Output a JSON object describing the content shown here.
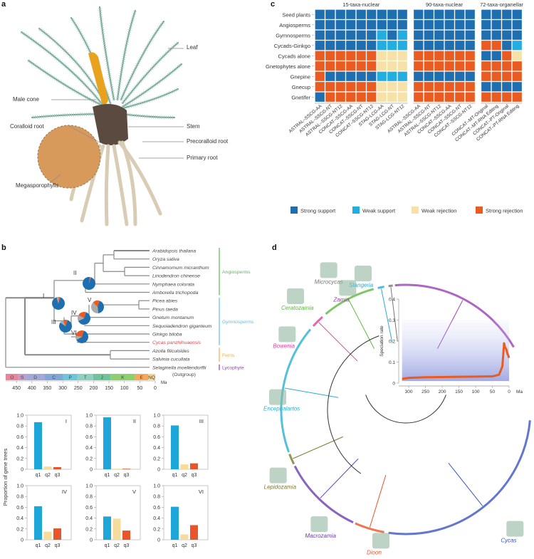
{
  "panels": {
    "a": {
      "letter": "a",
      "labels": {
        "leaf": "Leaf",
        "male_cone": "Male cone",
        "coralloid_root": "Coralloid root",
        "stem": "Stem",
        "precoralloid_root": "Precoralloid root",
        "primary_root": "Primary root",
        "megasporophylls": "Megasporophylls"
      }
    },
    "b": {
      "letter": "b",
      "taxa": [
        {
          "name": "Arabidopsis thaliana",
          "color": "#444444"
        },
        {
          "name": "Oryza sativa",
          "color": "#444444"
        },
        {
          "name": "Cinnamomum micranthum",
          "color": "#444444"
        },
        {
          "name": "Liriodendron chinense",
          "color": "#444444"
        },
        {
          "name": "Nymphaea colorata",
          "color": "#444444"
        },
        {
          "name": "Amborella trichopoda",
          "color": "#444444"
        },
        {
          "name": "Picea abies",
          "color": "#444444"
        },
        {
          "name": "Pinus taeda",
          "color": "#444444"
        },
        {
          "name": "Gnetum montanum",
          "color": "#444444"
        },
        {
          "name": "Sequoiadendron giganteum",
          "color": "#444444"
        },
        {
          "name": "Ginkgo biloba",
          "color": "#444444"
        },
        {
          "name": "Cycas panzhihuaensis",
          "color": "#e8424a"
        },
        {
          "name": "Azolla filiculoides",
          "color": "#444444"
        },
        {
          "name": "Salvinia cucullata",
          "color": "#444444"
        },
        {
          "name": "Selaginella moellendorffii",
          "color": "#444444"
        }
      ],
      "outgroup_note": "(Outgroup)",
      "groups": [
        {
          "name": "Angiosperms",
          "color": "#5cb85c"
        },
        {
          "name": "Gymnosperms",
          "color": "#5bc0de"
        },
        {
          "name": "Ferns",
          "color": "#f0ad4e"
        },
        {
          "name": "Lycophyte",
          "color": "#8e44ad"
        }
      ],
      "node_labels": [
        "I",
        "II",
        "III",
        "IV",
        "V",
        "VI"
      ],
      "periods": [
        {
          "code": "O",
          "color": "#e8849c"
        },
        {
          "code": "S",
          "color": "#c49ac8"
        },
        {
          "code": "D",
          "color": "#a3a8d8"
        },
        {
          "code": "C",
          "color": "#7fa8d8"
        },
        {
          "code": "P",
          "color": "#6fc6dc"
        },
        {
          "code": "T",
          "color": "#8fd0c0"
        },
        {
          "code": "J",
          "color": "#6fc49a"
        },
        {
          "code": "K",
          "color": "#8ccf6c"
        },
        {
          "code": "E",
          "color": "#f3a85c"
        },
        {
          "code": "NQ",
          "color": "#f7d48e"
        }
      ],
      "time_ticks": [
        "450",
        "400",
        "350",
        "300",
        "250",
        "200",
        "150",
        "100",
        "50",
        "0"
      ],
      "time_unit": "Ma"
    },
    "bars": {
      "ylabel": "Proportion of gene trees",
      "y_ticks": [
        "0",
        "0.2",
        "0.4",
        "0.6",
        "0.8",
        "1.0"
      ],
      "categories": [
        "q1",
        "q2",
        "q3"
      ],
      "colors": [
        "#1fa6d9",
        "#f6dc9b",
        "#e8552a"
      ]
    },
    "c": {
      "letter": "c",
      "blocks": [
        {
          "title": "15-taxa-nuclear",
          "columns": [
            "ASTRAL–SSCG-AA",
            "ASTRAL–SSCG-NT",
            "ASTRAL–SSCG-NT12",
            "CONCAT–SSCG-AA",
            "CONCAT–SSCG-NT",
            "CONCAT–SSCG-NT12",
            "STAG-LCG-AA",
            "STAG-LCG-NT",
            "STAG-LCG-NT12"
          ]
        },
        {
          "title": "90-taxa-nuclear",
          "columns": [
            "ASTRAL–SSCG-AA",
            "ASTRAL–SSCG-NT",
            "ASTRAL–SSCG-NT12",
            "CONCAT–SSCG-AA",
            "CONCAT–SSCG-NT",
            "CONCAT–SSCG-NT12"
          ]
        },
        {
          "title": "72-taxa-organellar",
          "columns": [
            "CONCAT–MT-Original",
            "CONCAT–MT-RNA Editing",
            "CONCAT–PT-Original",
            "CONCAT–PT-RNA Editing"
          ]
        }
      ],
      "rows": [
        "Seed plants",
        "Angiosperms",
        "Gymnosperms",
        "Cycads-Ginkgo",
        "Cycads alone",
        "Gnetophytes alone",
        "Gnepine",
        "Gnecup",
        "Gnetifer"
      ],
      "legend": [
        {
          "key": "S",
          "label": "Strong support",
          "color": "#1f6fb0"
        },
        {
          "key": "W",
          "label": "Weak support",
          "color": "#22aee0"
        },
        {
          "key": "R",
          "label": "Weak rejection",
          "color": "#f6e2a8"
        },
        {
          "key": "X",
          "label": "Strong rejection",
          "color": "#ea5b22"
        }
      ]
    },
    "d": {
      "letter": "d",
      "genera": [
        {
          "name": "Stangeria",
          "color": "#2aa8d8"
        },
        {
          "name": "Microcycas",
          "color": "#777777"
        },
        {
          "name": "Zamia",
          "color": "#9b3fb5"
        },
        {
          "name": "Ceratozamia",
          "color": "#5cb83c"
        },
        {
          "name": "Bowenia",
          "color": "#e0409a"
        },
        {
          "name": "Encephalartos",
          "color": "#2ab0d0"
        },
        {
          "name": "Lepidozamia",
          "color": "#7a7a30"
        },
        {
          "name": "Macrozamia",
          "color": "#6a3fb0"
        },
        {
          "name": "Dioon",
          "color": "#e8552a"
        },
        {
          "name": "Cycas",
          "color": "#3b55c0"
        }
      ],
      "inset": {
        "ylabel": "Speciation rate",
        "y_ticks": [
          "0",
          "0.1",
          "0.2",
          "0.3",
          "0.4"
        ],
        "x_ticks": [
          "300",
          "250",
          "200",
          "150",
          "100",
          "50",
          "0"
        ],
        "x_unit": "Ma"
      }
    }
  },
  "chart_data": [
    {
      "type": "heatmap",
      "title": "Support for alternative phylogenetic hypotheses",
      "rows": [
        "Seed plants",
        "Angiosperms",
        "Gymnosperms",
        "Cycads-Ginkgo",
        "Cycads alone",
        "Gnetophytes alone",
        "Gnepine",
        "Gnecup",
        "Gnetifer"
      ],
      "blocks": [
        "15-taxa-nuclear",
        "90-taxa-nuclear",
        "72-taxa-organellar"
      ],
      "legend": {
        "S": "Strong support",
        "W": "Weak support",
        "R": "Weak rejection",
        "X": "Strong rejection"
      },
      "values": {
        "15-taxa-nuclear": [
          [
            "S",
            "S",
            "S",
            "S",
            "S",
            "S",
            "S",
            "S",
            "S"
          ],
          [
            "S",
            "S",
            "S",
            "S",
            "S",
            "S",
            "S",
            "S",
            "S"
          ],
          [
            "S",
            "S",
            "S",
            "S",
            "S",
            "S",
            "W",
            "S",
            "W"
          ],
          [
            "S",
            "S",
            "S",
            "S",
            "S",
            "S",
            "W",
            "W",
            "W"
          ],
          [
            "X",
            "X",
            "X",
            "X",
            "X",
            "X",
            "R",
            "R",
            "R"
          ],
          [
            "X",
            "X",
            "X",
            "X",
            "X",
            "X",
            "R",
            "R",
            "R"
          ],
          [
            "X",
            "S",
            "S",
            "S",
            "S",
            "S",
            "W",
            "W",
            "W"
          ],
          [
            "X",
            "X",
            "X",
            "X",
            "X",
            "X",
            "R",
            "R",
            "R"
          ],
          [
            "S",
            "X",
            "X",
            "X",
            "X",
            "X",
            "R",
            "R",
            "R"
          ]
        ],
        "90-taxa-nuclear": [
          [
            "S",
            "S",
            "S",
            "S",
            "S",
            "S"
          ],
          [
            "S",
            "S",
            "S",
            "S",
            "S",
            "S"
          ],
          [
            "S",
            "S",
            "S",
            "S",
            "S",
            "S"
          ],
          [
            "S",
            "S",
            "S",
            "S",
            "S",
            "S"
          ],
          [
            "X",
            "X",
            "X",
            "X",
            "X",
            "X"
          ],
          [
            "X",
            "X",
            "X",
            "X",
            "X",
            "X"
          ],
          [
            "S",
            "S",
            "S",
            "S",
            "S",
            "S"
          ],
          [
            "X",
            "X",
            "X",
            "X",
            "X",
            "X"
          ],
          [
            "X",
            "X",
            "X",
            "X",
            "X",
            "X"
          ]
        ],
        "72-taxa-organellar": [
          [
            "S",
            "S",
            "S",
            "S"
          ],
          [
            "S",
            "S",
            "S",
            "S"
          ],
          [
            "S",
            "S",
            "S",
            "S"
          ],
          [
            "X",
            "X",
            "S",
            "W"
          ],
          [
            "S",
            "S",
            "X",
            "R"
          ],
          [
            "X",
            "X",
            "X",
            "X"
          ],
          [
            "X",
            "X",
            "X",
            "X"
          ],
          [
            "S",
            "S",
            "S",
            "S"
          ],
          [
            "X",
            "X",
            "X",
            "X"
          ]
        ]
      }
    },
    {
      "type": "bar",
      "title": "Quartet support per node",
      "ylabel": "Proportion of gene trees",
      "categories": [
        "q1",
        "q2",
        "q3"
      ],
      "ylim": [
        0,
        1.0
      ],
      "series": [
        {
          "name": "I",
          "values": [
            0.87,
            0.05,
            0.04
          ]
        },
        {
          "name": "II",
          "values": [
            0.96,
            0.01,
            0.01
          ]
        },
        {
          "name": "III",
          "values": [
            0.81,
            0.09,
            0.11
          ]
        },
        {
          "name": "IV",
          "values": [
            0.62,
            0.15,
            0.21
          ]
        },
        {
          "name": "V",
          "values": [
            0.43,
            0.39,
            0.17
          ]
        },
        {
          "name": "VI",
          "values": [
            0.61,
            0.1,
            0.27
          ]
        }
      ]
    },
    {
      "type": "pie",
      "title": "Node quartet pies (q1 blue, q2 grey, q3 orange)",
      "series": [
        {
          "name": "I",
          "values": [
            0.87,
            0.05,
            0.04
          ]
        },
        {
          "name": "II",
          "values": [
            0.96,
            0.01,
            0.01
          ]
        },
        {
          "name": "III",
          "values": [
            0.81,
            0.09,
            0.11
          ]
        },
        {
          "name": "IV",
          "values": [
            0.62,
            0.15,
            0.21
          ]
        },
        {
          "name": "V",
          "values": [
            0.43,
            0.39,
            0.17
          ]
        },
        {
          "name": "VI",
          "values": [
            0.61,
            0.1,
            0.27
          ]
        }
      ]
    },
    {
      "type": "line",
      "title": "Speciation rate through time",
      "xlabel": "Ma",
      "ylabel": "Speciation rate",
      "xlim": [
        330,
        0
      ],
      "ylim": [
        0,
        0.4
      ],
      "x": [
        320,
        300,
        250,
        200,
        150,
        100,
        50,
        30,
        20,
        15,
        12,
        8,
        5,
        2,
        0
      ],
      "y": [
        0.02,
        0.025,
        0.028,
        0.029,
        0.03,
        0.031,
        0.032,
        0.04,
        0.08,
        0.19,
        0.17,
        0.16,
        0.14,
        0.13,
        0.12
      ]
    }
  ]
}
